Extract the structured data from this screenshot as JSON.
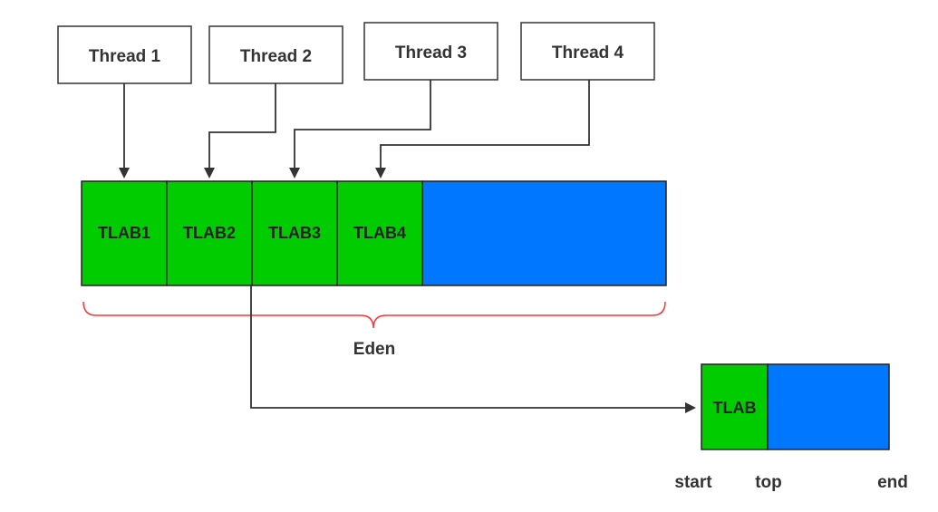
{
  "threads": [
    "Thread 1",
    "Thread 2",
    "Thread 3",
    "Thread 4"
  ],
  "tlabs": [
    "TLAB1",
    "TLAB2",
    "TLAB3",
    "TLAB4"
  ],
  "eden_label": "Eden",
  "detail": {
    "tlab_label": "TLAB",
    "pointers": [
      "start",
      "top",
      "end"
    ]
  },
  "colors": {
    "tlab_fill": "#00cc00",
    "free_fill": "#0077ff",
    "brace": "#ff3333",
    "line": "#333333"
  }
}
